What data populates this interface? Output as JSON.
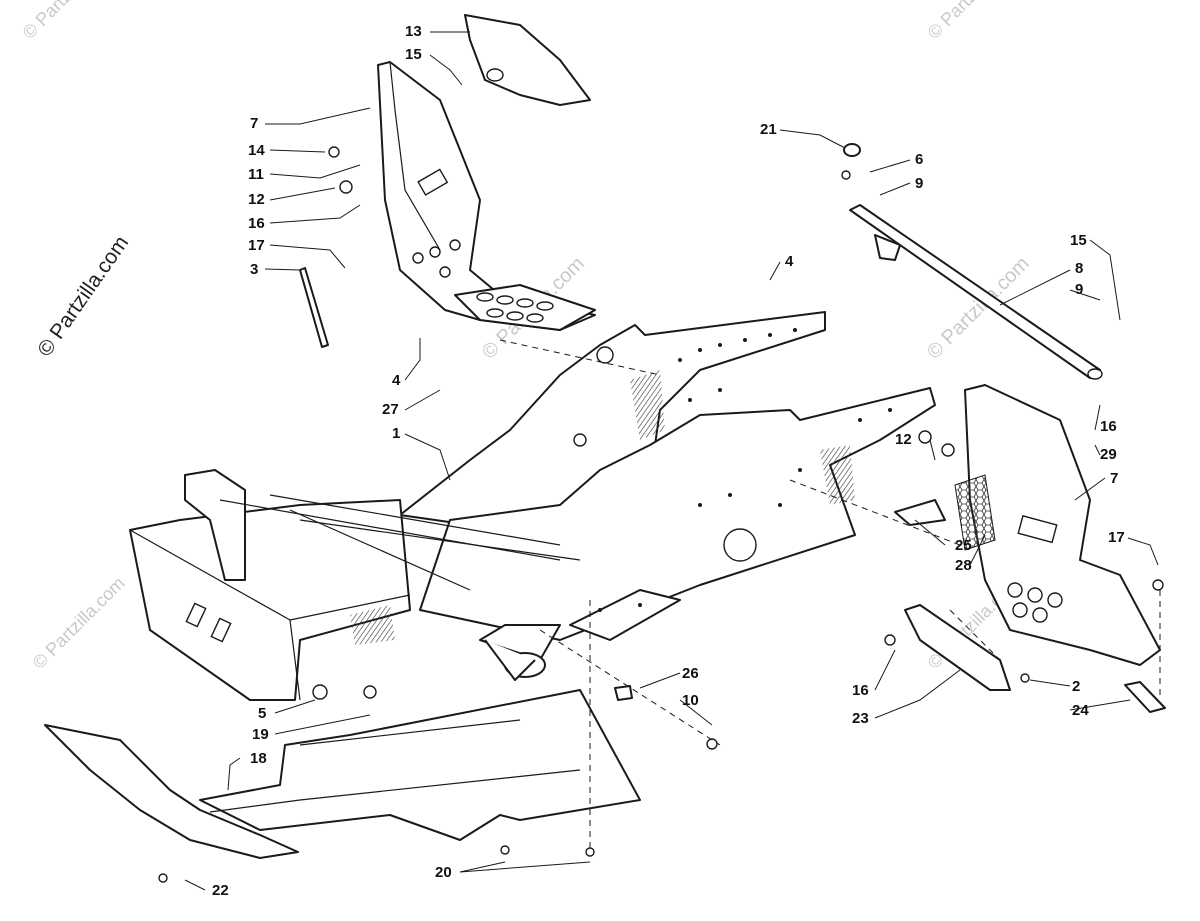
{
  "brand_text": "© Partzilla.com",
  "watermark_text": "© Partzilla.com",
  "callouts": {
    "c1": "1",
    "c2": "2",
    "c3": "3",
    "c4a": "4",
    "c4b": "4",
    "c5": "5",
    "c6": "6",
    "c7a": "7",
    "c7b": "7",
    "c8": "8",
    "c9a": "9",
    "c9b": "9",
    "c10": "10",
    "c11": "11",
    "c12a": "12",
    "c12b": "12",
    "c13": "13",
    "c14": "14",
    "c15a": "15",
    "c15b": "15",
    "c16a": "16",
    "c16b": "16",
    "c16c": "16",
    "c17a": "17",
    "c17b": "17",
    "c18": "18",
    "c19": "19",
    "c20": "20",
    "c21": "21",
    "c22": "22",
    "c23": "23",
    "c24": "24",
    "c25": "25",
    "c26": "26",
    "c27": "27",
    "c28": "28",
    "c29": "29"
  }
}
